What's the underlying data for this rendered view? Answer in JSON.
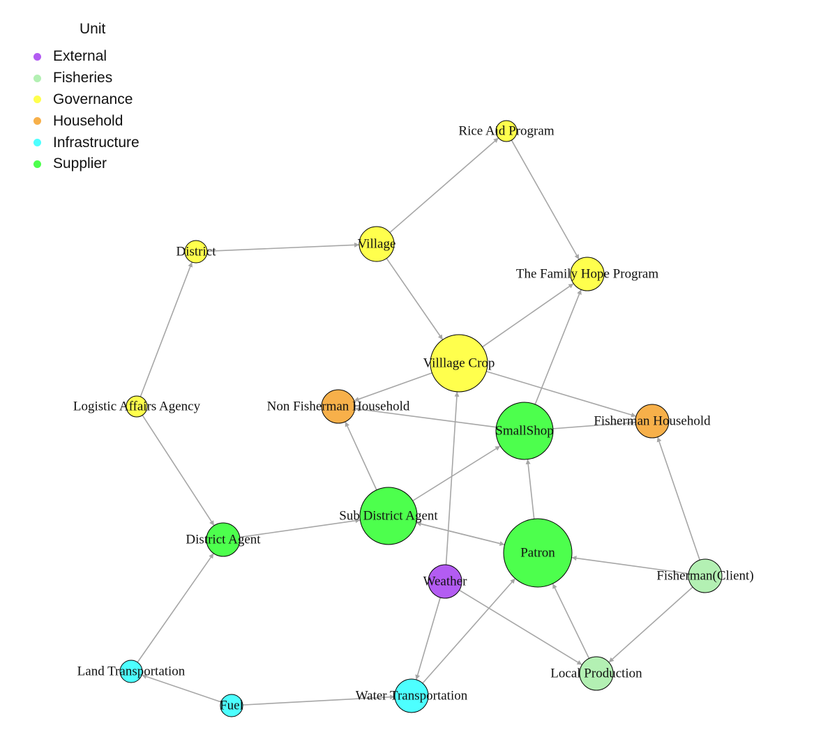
{
  "legend": {
    "title": "Unit",
    "items": [
      {
        "label": "External",
        "color": "#b35cf2"
      },
      {
        "label": "Fisheries",
        "color": "#b3f0b3"
      },
      {
        "label": "Governance",
        "color": "#ffff4d"
      },
      {
        "label": "Household",
        "color": "#f7b04a"
      },
      {
        "label": "Infrastructure",
        "color": "#4dffff"
      },
      {
        "label": "Supplier",
        "color": "#4dff4d"
      }
    ]
  },
  "graph": {
    "edge_color": "#a6a6a6",
    "node_border_color": "#000000",
    "nodes": [
      {
        "id": "rice",
        "label": "Rice Aid Program",
        "unit": "Governance"
      },
      {
        "id": "village",
        "label": "Village",
        "unit": "Governance"
      },
      {
        "id": "district",
        "label": "District",
        "unit": "Governance"
      },
      {
        "id": "family",
        "label": "The Family Hope Program",
        "unit": "Governance"
      },
      {
        "id": "crop",
        "label": "Villlage Crop",
        "unit": "Governance"
      },
      {
        "id": "logistic",
        "label": "Logistic Affairs Agency",
        "unit": "Governance"
      },
      {
        "id": "nonfish",
        "label": "Non Fisherman Household",
        "unit": "Household"
      },
      {
        "id": "fishhh",
        "label": "Fisherman Household",
        "unit": "Household"
      },
      {
        "id": "shop",
        "label": "SmallShop",
        "unit": "Supplier"
      },
      {
        "id": "subagent",
        "label": "Sub District Agent",
        "unit": "Supplier"
      },
      {
        "id": "distagent",
        "label": "District Agent",
        "unit": "Supplier"
      },
      {
        "id": "patron",
        "label": "Patron",
        "unit": "Supplier"
      },
      {
        "id": "client",
        "label": "Fisherman(Client)",
        "unit": "Fisheries"
      },
      {
        "id": "weather",
        "label": "Weather",
        "unit": "External"
      },
      {
        "id": "localprod",
        "label": "Local Production",
        "unit": "Fisheries"
      },
      {
        "id": "landtrans",
        "label": "Land Transportation",
        "unit": "Infrastructure"
      },
      {
        "id": "fuel",
        "label": "Fuel",
        "unit": "Infrastructure"
      },
      {
        "id": "watertrans",
        "label": "Water Transportation",
        "unit": "Infrastructure"
      }
    ],
    "edges": [
      {
        "from": "village",
        "to": "rice"
      },
      {
        "from": "rice",
        "to": "family"
      },
      {
        "from": "district",
        "to": "village"
      },
      {
        "from": "village",
        "to": "crop"
      },
      {
        "from": "crop",
        "to": "family"
      },
      {
        "from": "crop",
        "to": "nonfish"
      },
      {
        "from": "crop",
        "to": "fishhh"
      },
      {
        "from": "shop",
        "to": "family"
      },
      {
        "from": "shop",
        "to": "nonfish"
      },
      {
        "from": "shop",
        "to": "fishhh"
      },
      {
        "from": "logistic",
        "to": "district"
      },
      {
        "from": "logistic",
        "to": "distagent"
      },
      {
        "from": "distagent",
        "to": "subagent"
      },
      {
        "from": "subagent",
        "to": "nonfish"
      },
      {
        "from": "subagent",
        "to": "shop"
      },
      {
        "from": "subagent",
        "to": "patron"
      },
      {
        "from": "patron",
        "to": "subagent"
      },
      {
        "from": "patron",
        "to": "shop"
      },
      {
        "from": "client",
        "to": "patron"
      },
      {
        "from": "client",
        "to": "fishhh"
      },
      {
        "from": "client",
        "to": "localprod"
      },
      {
        "from": "localprod",
        "to": "patron"
      },
      {
        "from": "weather",
        "to": "crop"
      },
      {
        "from": "weather",
        "to": "watertrans"
      },
      {
        "from": "weather",
        "to": "localprod"
      },
      {
        "from": "watertrans",
        "to": "patron"
      },
      {
        "from": "fuel",
        "to": "landtrans"
      },
      {
        "from": "fuel",
        "to": "watertrans"
      },
      {
        "from": "landtrans",
        "to": "distagent"
      }
    ]
  }
}
